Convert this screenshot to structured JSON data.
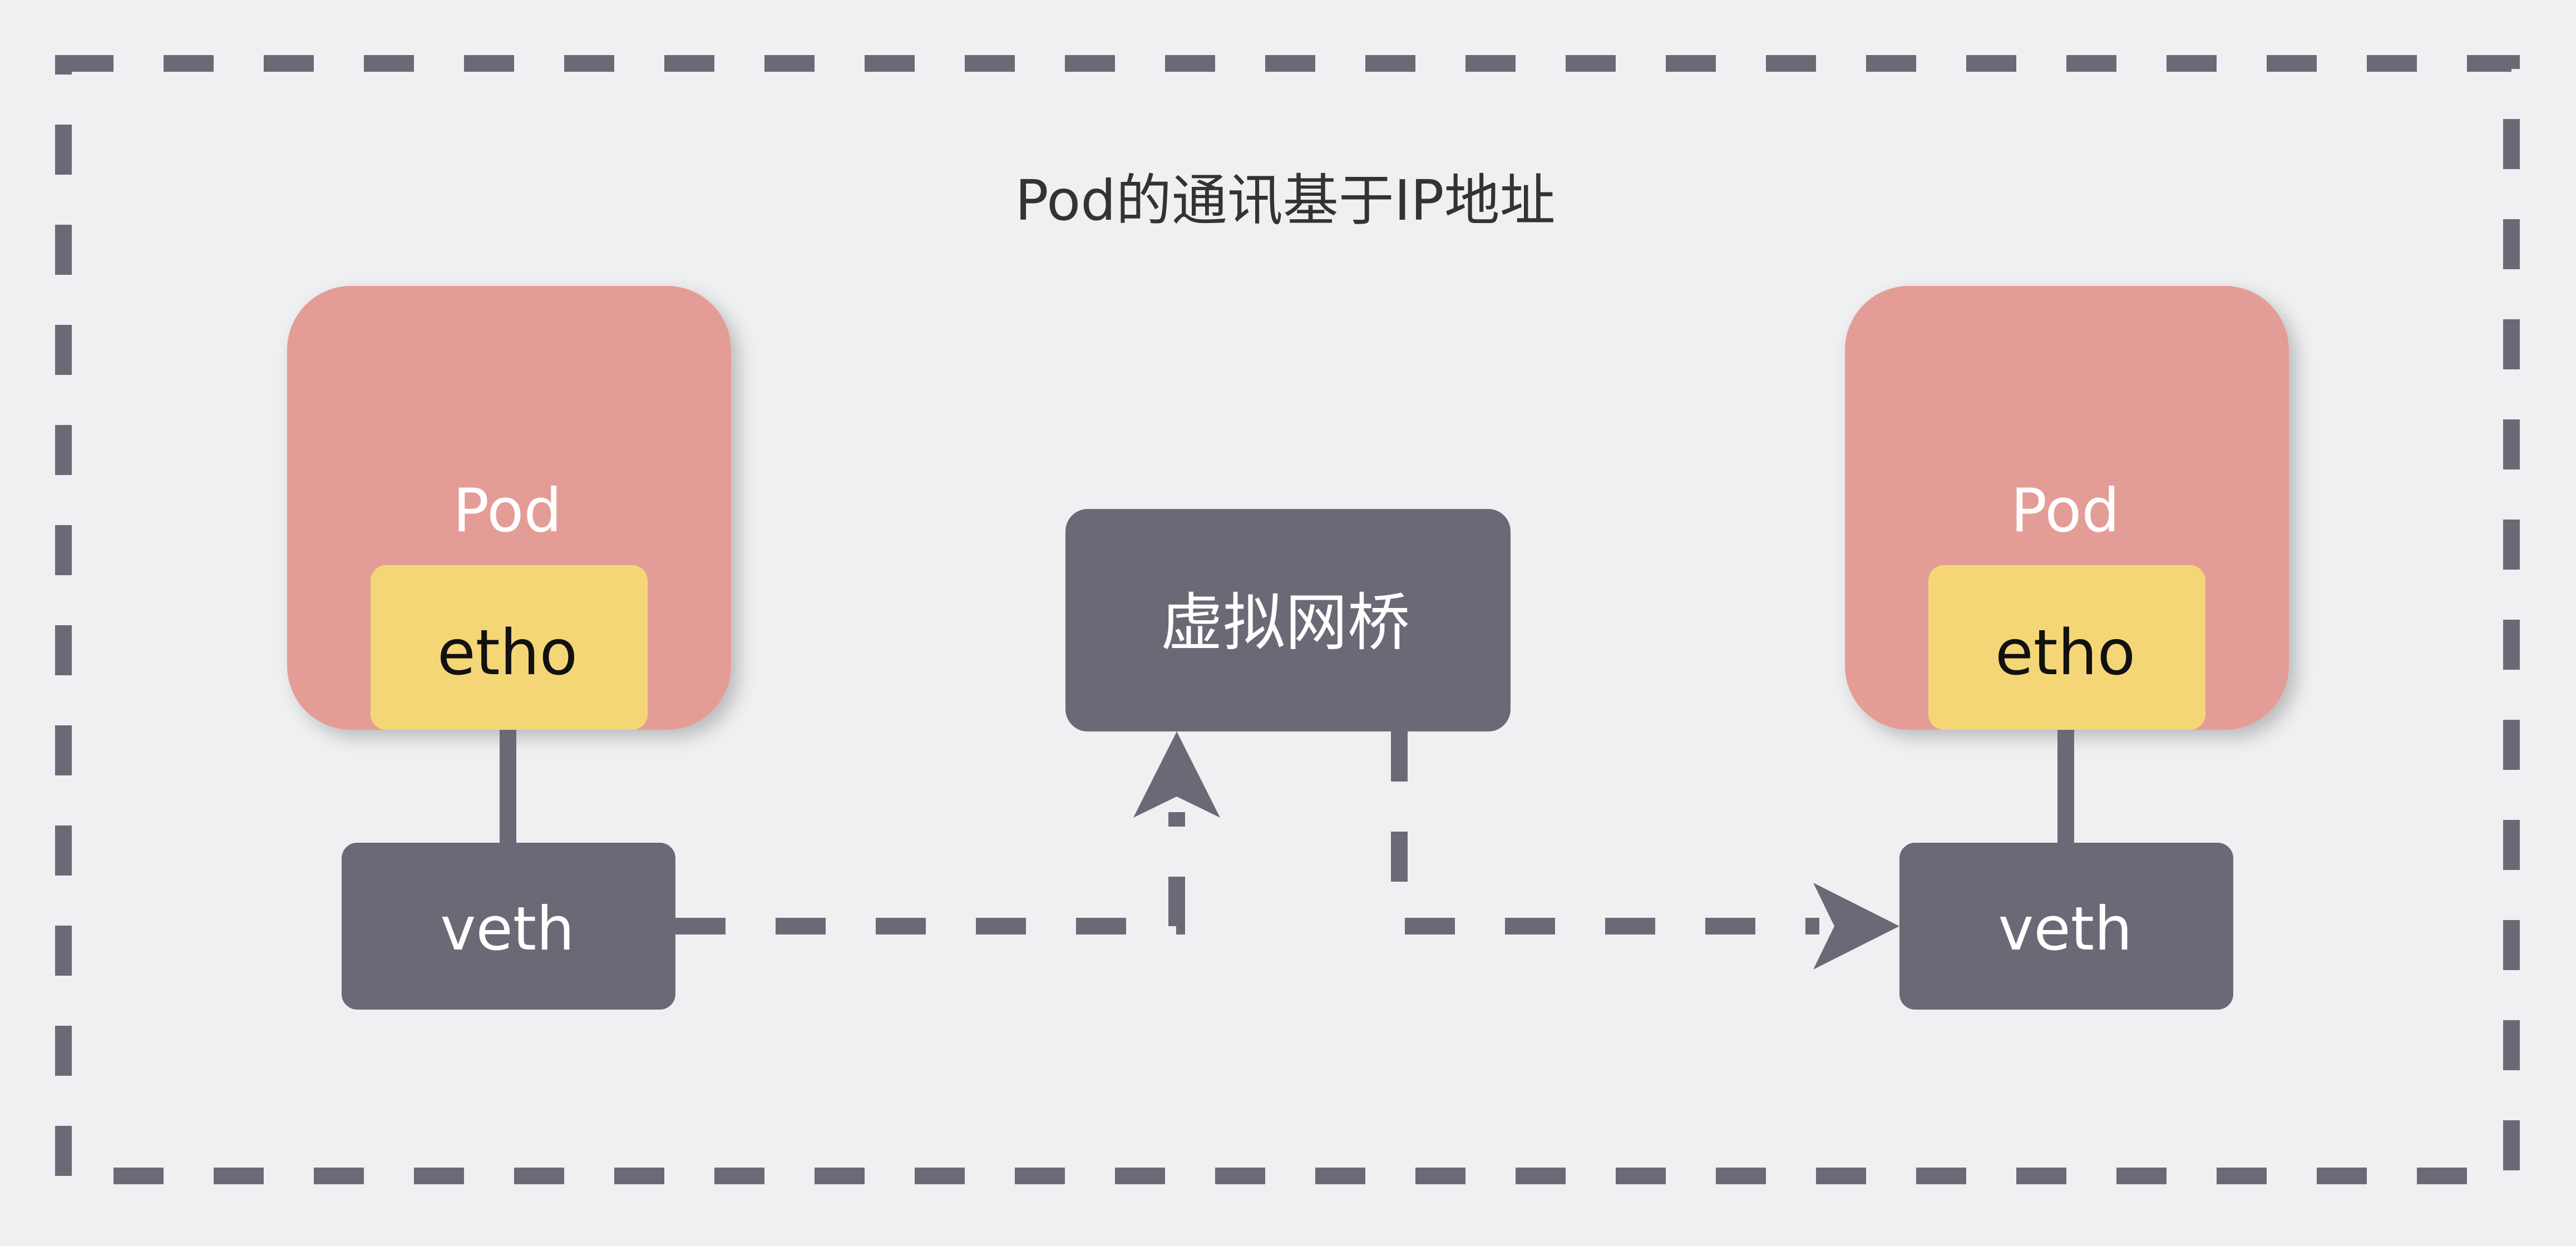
{
  "title": "Pod的通讯基于IP地址",
  "pods": [
    {
      "label": "Pod",
      "interface": "etho",
      "veth": "veth"
    },
    {
      "label": "Pod",
      "interface": "etho",
      "veth": "veth"
    }
  ],
  "bridge": {
    "label": "虚拟网桥"
  },
  "colors": {
    "background": "#eff0f2",
    "pod": "#e49d96",
    "interface": "#f5d677",
    "dark_box": "#6b6975",
    "connector": "#6b6975"
  }
}
